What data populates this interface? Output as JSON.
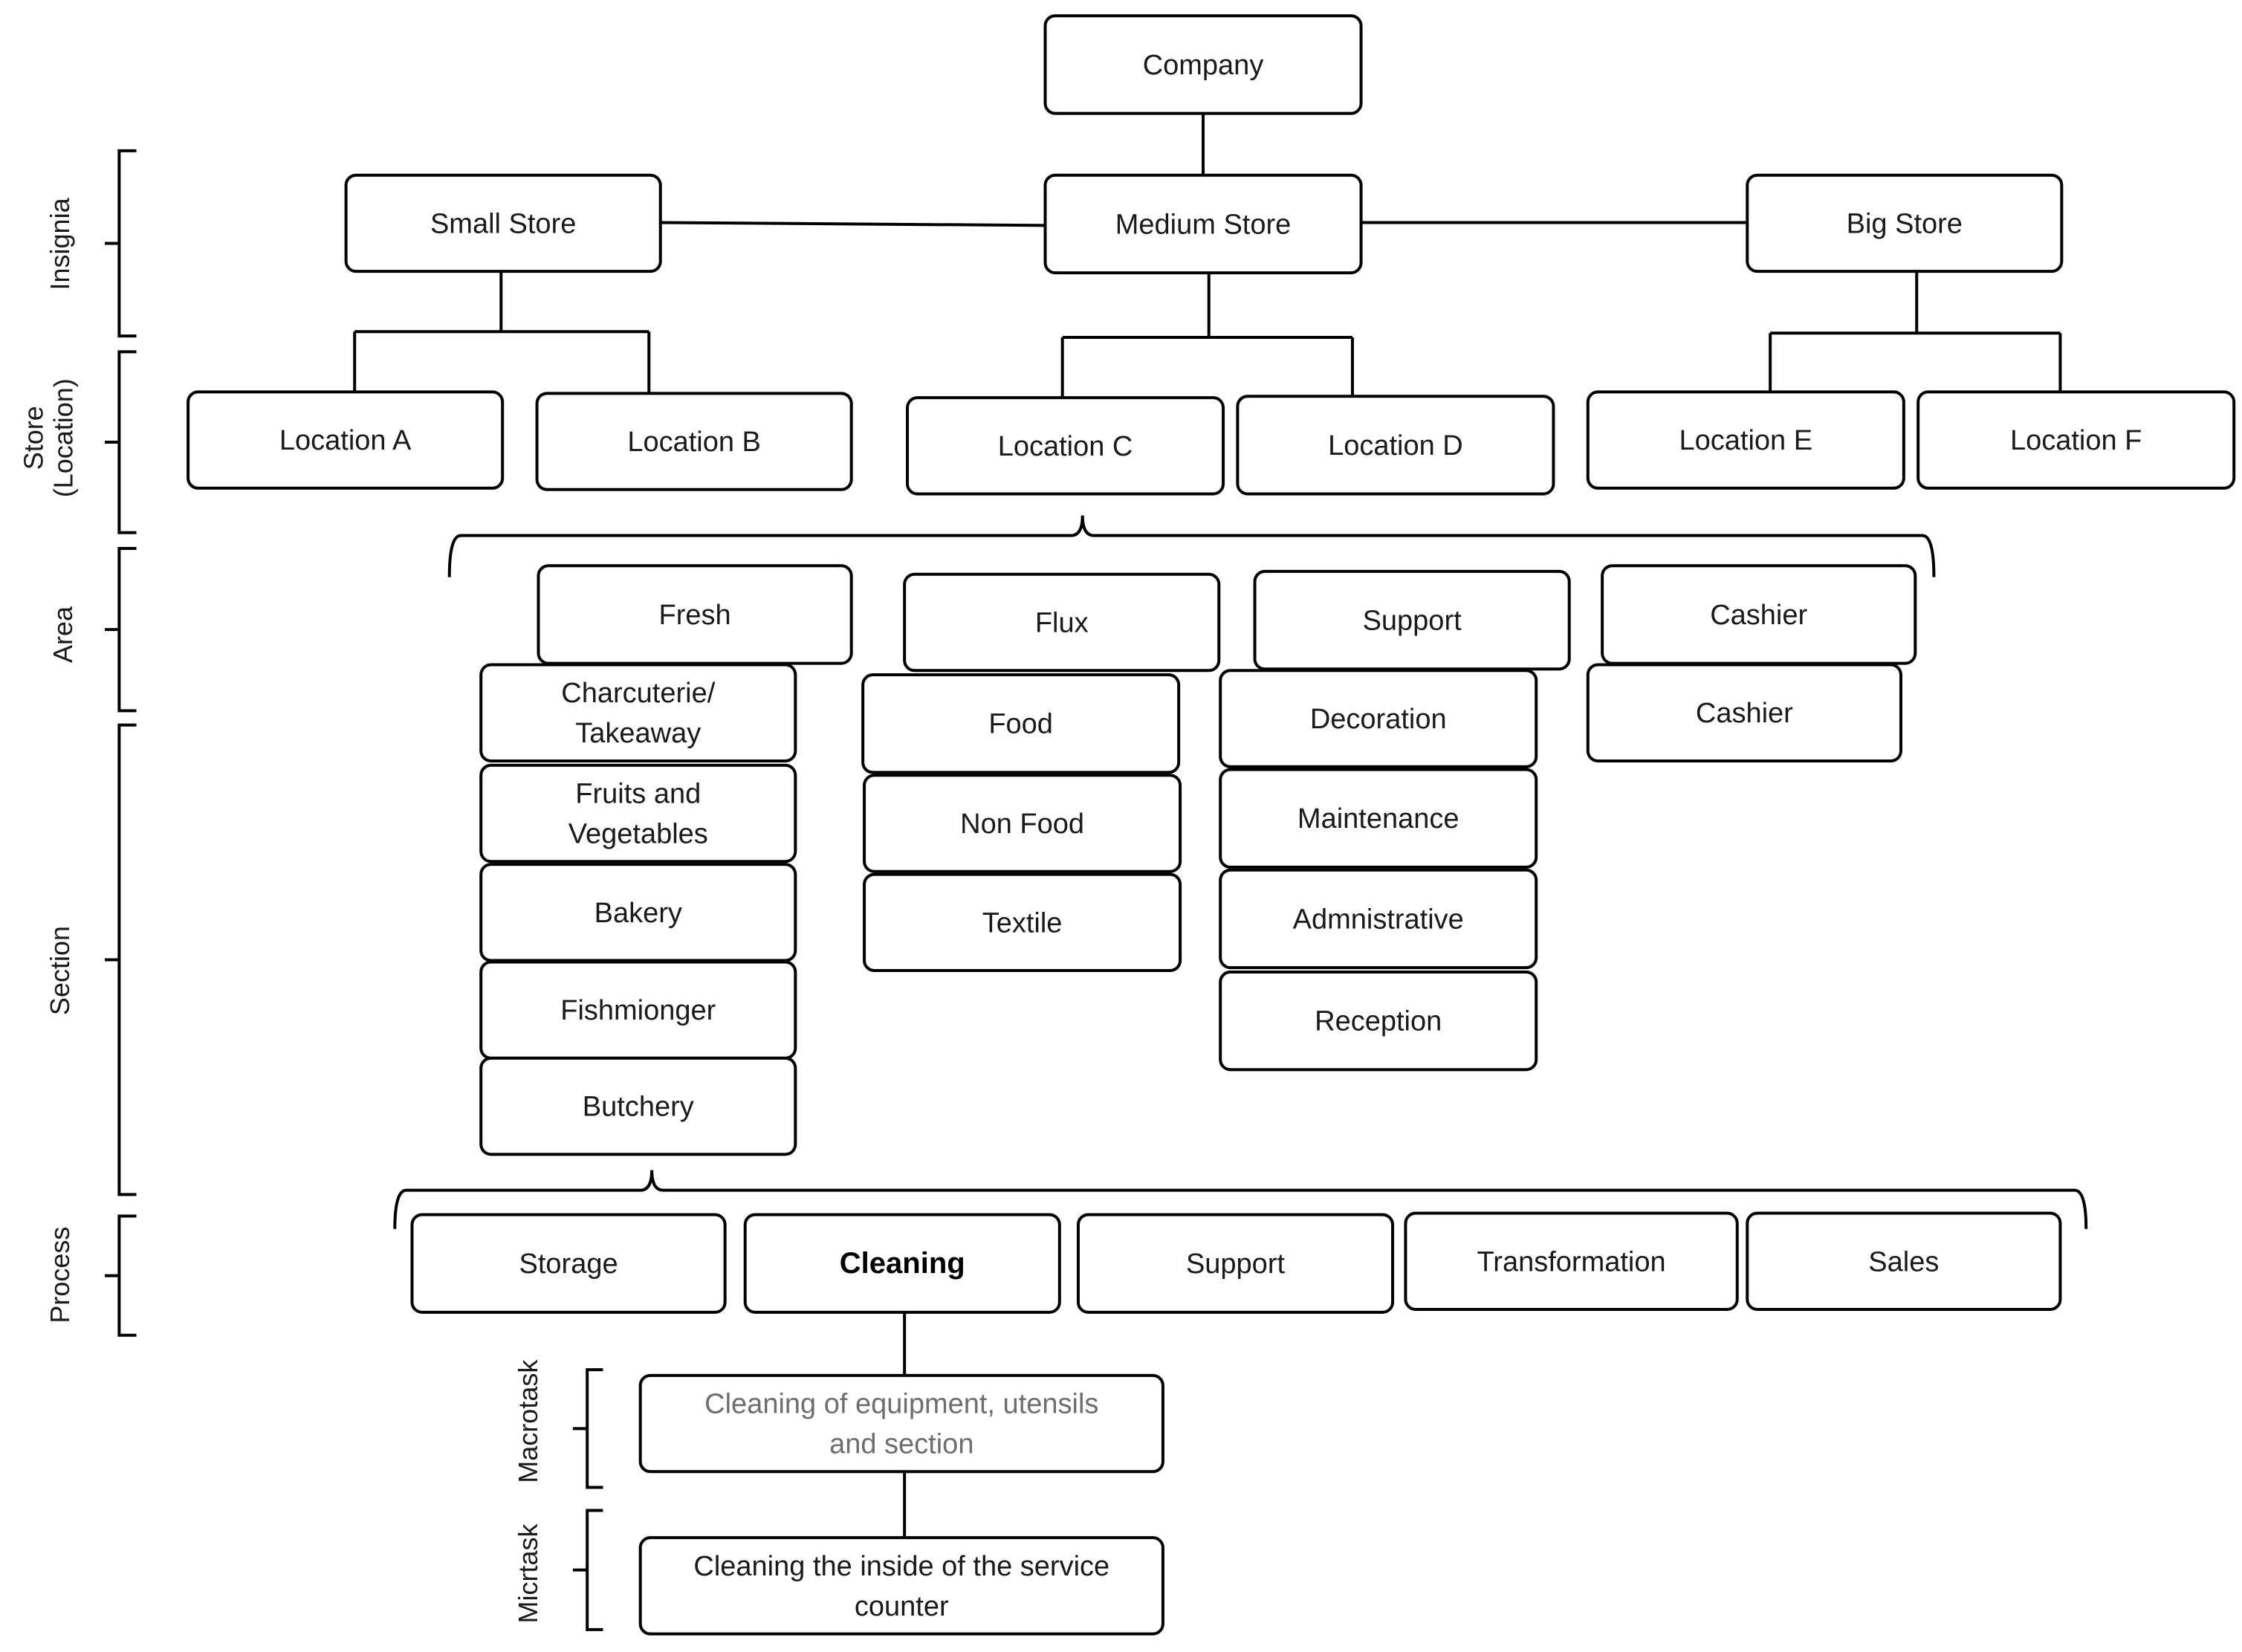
{
  "levels": {
    "insignia": [
      "Insignia"
    ],
    "store": [
      "Store",
      "(Location)"
    ],
    "area": [
      "Area"
    ],
    "section": [
      "Section"
    ],
    "process": [
      "Process"
    ],
    "macrotask": [
      "Macrotask"
    ],
    "micrtask": [
      "Micrtask"
    ]
  },
  "nodes": {
    "company": [
      "Company"
    ],
    "small_store": [
      "Small Store"
    ],
    "medium_store": [
      "Medium Store"
    ],
    "big_store": [
      "Big Store"
    ],
    "loc_a": [
      "Location A"
    ],
    "loc_b": [
      "Location B"
    ],
    "loc_c": [
      "Location C"
    ],
    "loc_d": [
      "Location D"
    ],
    "loc_e": [
      "Location E"
    ],
    "loc_f": [
      "Location F"
    ],
    "area_fresh": [
      "Fresh"
    ],
    "area_flux": [
      "Flux"
    ],
    "area_support": [
      "Support"
    ],
    "area_cashier": [
      "Cashier"
    ],
    "sec_charcuterie": [
      "Charcuterie/",
      "Takeaway"
    ],
    "sec_fruits": [
      "Fruits and",
      "Vegetables"
    ],
    "sec_bakery": [
      "Bakery"
    ],
    "sec_fishmonger": [
      "Fishmionger"
    ],
    "sec_butchery": [
      "Butchery"
    ],
    "sec_food": [
      "Food"
    ],
    "sec_nonfood": [
      "Non Food"
    ],
    "sec_textile": [
      "Textile"
    ],
    "sec_decoration": [
      "Decoration"
    ],
    "sec_maintenance": [
      "Maintenance"
    ],
    "sec_admin": [
      "Admnistrative"
    ],
    "sec_reception": [
      "Reception"
    ],
    "sec_cashier": [
      "Cashier"
    ],
    "proc_storage": [
      "Storage"
    ],
    "proc_cleaning": [
      "Cleaning"
    ],
    "proc_support": [
      "Support"
    ],
    "proc_transformation": [
      "Transformation"
    ],
    "proc_sales": [
      "Sales"
    ],
    "macrotask": [
      "Cleaning of equipment, utensils",
      "and section"
    ],
    "microtask": [
      "Cleaning the inside of the service",
      "counter"
    ]
  }
}
